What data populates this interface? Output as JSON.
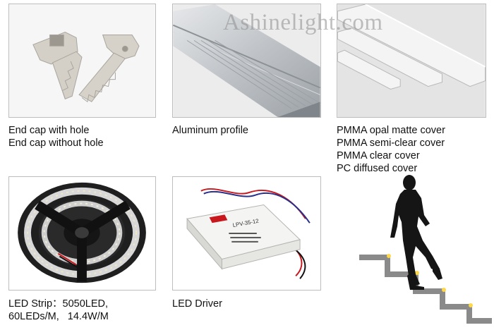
{
  "watermark": "Ashinelight.com",
  "products": {
    "end_cap": {
      "lines": [
        "End cap with hole",
        "End cap without hole"
      ]
    },
    "aluminum_profile": {
      "lines": [
        "Aluminum profile"
      ]
    },
    "covers": {
      "lines": [
        "PMMA opal matte cover",
        "PMMA semi-clear cover",
        "PMMA clear cover",
        "PC diffused cover"
      ]
    },
    "led_strip": {
      "lines": [
        "LED Strip：5050LED,",
        "60LEDs/M,   14.4W/M"
      ]
    },
    "led_driver": {
      "lines": [
        "LED Driver"
      ],
      "driver_label": "LPV-35-12"
    }
  },
  "colors": {
    "photo_border": "#bdbdbd",
    "figure_silhouette": "#151515",
    "stair_profile": "#8a8a8a",
    "light_accent": "#ffd84a",
    "driver_cable_red": "#c8181e",
    "driver_cable_blue": "#2a2f8a"
  }
}
